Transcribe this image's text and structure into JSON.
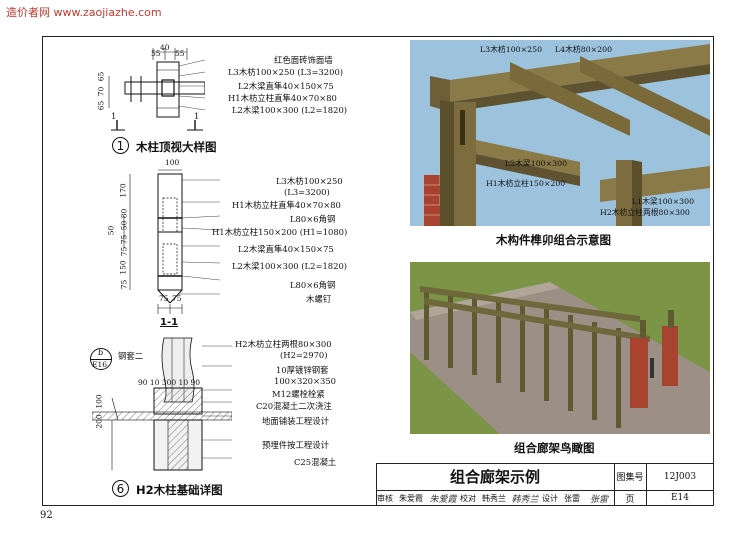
{
  "watermark": "造价者网 www.zaojiazhe.com",
  "page_number": "92",
  "detail1": {
    "number": "1",
    "title": "木柱顶视大样图",
    "dims_top": [
      "40",
      "55",
      "55"
    ],
    "dims_left": [
      "65",
      "70",
      "65"
    ],
    "callouts": [
      "红色面砖饰面墙",
      "L3木枋100×250 (L3=3200)",
      "L2木梁直隼40×150×75",
      "H1木枋立柱直隼40×70×80",
      "L2木梁100×300 (L2=1820)"
    ],
    "section_mark": "1"
  },
  "section11": {
    "title": "1-1",
    "dim_top": "100",
    "dims_left": [
      "170",
      "80",
      "50",
      "75",
      "75",
      "150",
      "75"
    ],
    "dim_left_outer": "50",
    "dims_bottom": [
      "75",
      "75"
    ],
    "callouts": [
      "L3木枋100×250",
      "(L3=3200)",
      "H1木枋立柱直隼40×70×80",
      "L80×6角钢",
      "H1木枋立柱150×200 (H1=1080)",
      "L2木梁直隼40×150×75",
      "L2木梁100×300 (L2=1820)",
      "L80×6角钢",
      "木螺钉"
    ]
  },
  "detail6": {
    "number": "6",
    "title": "H2木柱基础详图",
    "ref_letter": "b",
    "ref_code": "E16",
    "ref_label": "钢套二",
    "dims_row": "90 10 300 10 90",
    "dims_left": [
      "100",
      "200"
    ],
    "callouts": [
      "H2木枋立柱两根80×300",
      "(H2=2970)",
      "10厚镀锌钢套",
      "100×320×350",
      "M12螺栓栓紧",
      "C20混凝土二次浇注",
      "地面铺装工程设计",
      "预埋件按工程设计",
      "C25混凝土"
    ]
  },
  "photo1": {
    "caption": "木构件榫卯组合示意图",
    "labels": [
      "L3木枋100×250",
      "L4木枋80×200",
      "L2木梁100×300",
      "H1木枋立柱150×200",
      "L1木梁100×300",
      "H2木枋立柱两根80×300"
    ]
  },
  "photo2": {
    "caption": "组合廊架鸟瞰图"
  },
  "title_block": {
    "title": "组合廊架示例",
    "atlas_label": "图集号",
    "atlas_value": "12J003",
    "page_label": "页",
    "page_value": "E14",
    "review_label": "审核",
    "review_name": "朱爱霞",
    "review_sign": "朱爱霞",
    "check_label": "校对",
    "check_name": "韩秀兰",
    "check_sign": "韩秀兰",
    "design_label": "设计",
    "design_name": "张雷",
    "design_sign": "张雷"
  },
  "colors": {
    "watermark": "#c0392b",
    "wood": "#7a6a3a",
    "brick": "#a8432f",
    "sky": "#8fb8d6",
    "paving": "#9b8f86",
    "grass": "#6f8a3d"
  }
}
